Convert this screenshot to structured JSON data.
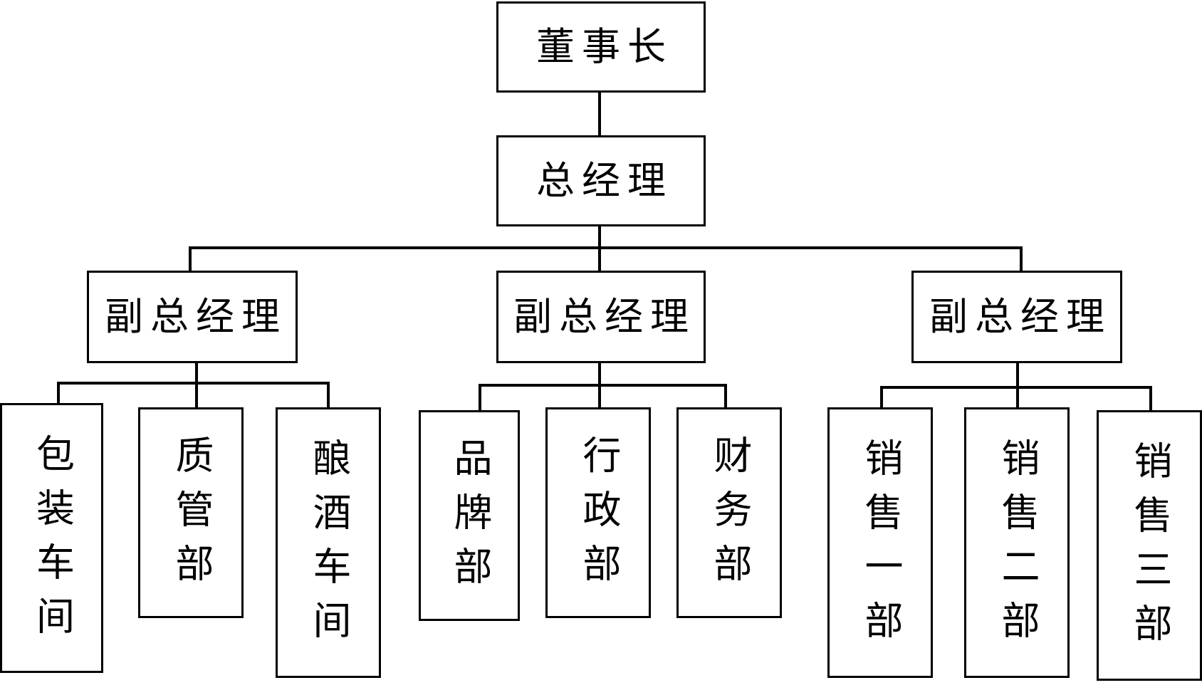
{
  "org": {
    "chairman": "董事长",
    "general_manager": "总经理",
    "vp_left": "副总经理",
    "vp_mid": "副总经理",
    "vp_right": "副总经理",
    "depts": {
      "packaging": "包装车间",
      "quality": "质管部",
      "brewing": "酿酒车间",
      "brand": "品牌部",
      "admin": "行政部",
      "finance": "财务部",
      "sales1": "销售一部",
      "sales2": "销售二部",
      "sales3": "销售三部"
    }
  },
  "colors": {
    "line": "#000000",
    "background": "#ffffff"
  }
}
